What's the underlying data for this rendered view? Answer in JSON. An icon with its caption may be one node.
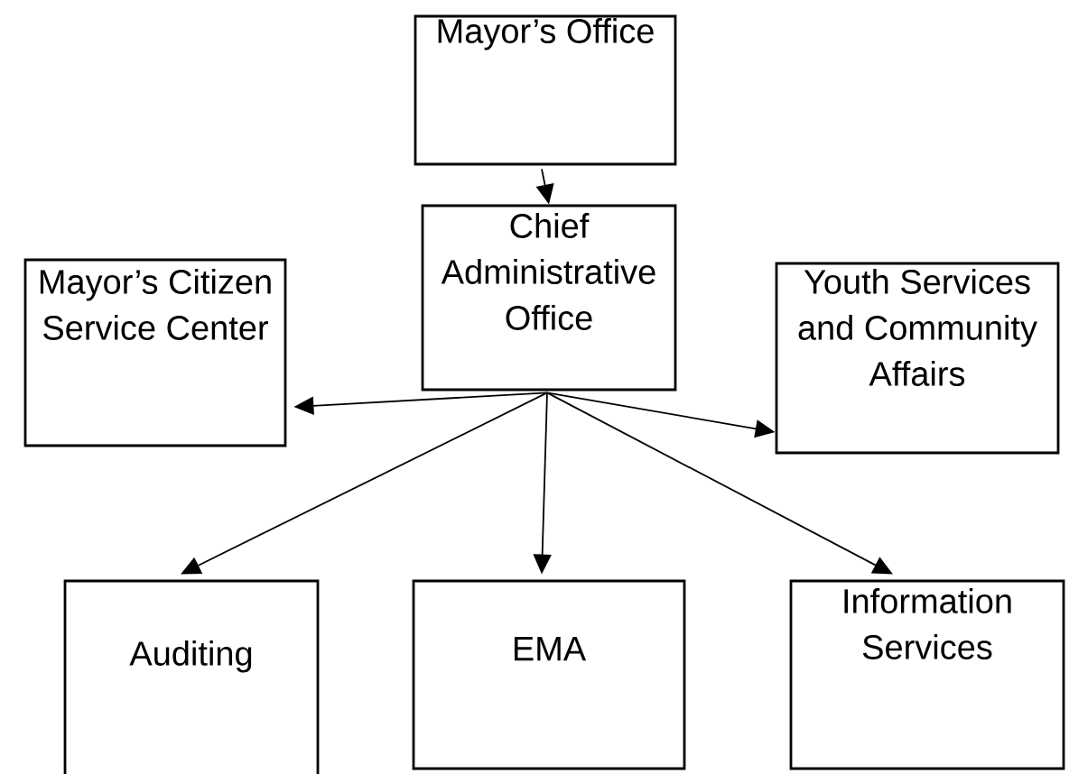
{
  "diagram": {
    "nodes": [
      {
        "text": [
          "Mayor’s Office"
        ]
      },
      {
        "text": [
          "Chief Administrative Office"
        ]
      },
      {
        "text": [
          "Mayor’s Citizen Service Center"
        ]
      },
      {
        "text": [
          "Youth Services and Community Affairs"
        ]
      },
      {
        "text": [
          "Auditing"
        ]
      },
      {
        "text": [
          "EMA"
        ]
      },
      {
        "text": [
          "Information Services"
        ]
      }
    ],
    "edges": [
      {
        "from": 0,
        "to": 1,
        "arrow": "to"
      },
      {
        "from": 1,
        "to": 2,
        "arrow": "to"
      },
      {
        "from": 1,
        "to": 3,
        "arrow": "to"
      },
      {
        "from": 1,
        "to": 4,
        "arrow": "to"
      },
      {
        "from": 1,
        "to": 5,
        "arrow": "to"
      },
      {
        "from": 1,
        "to": 6,
        "arrow": "to"
      }
    ]
  }
}
